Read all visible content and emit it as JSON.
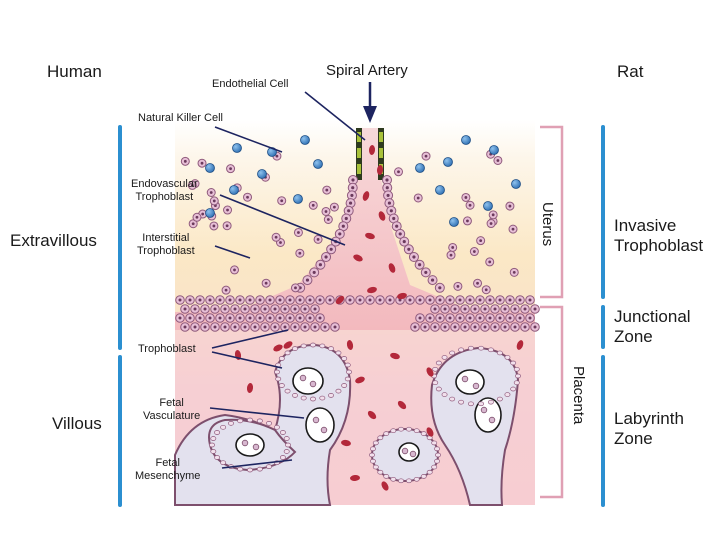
{
  "labels": {
    "human": "Human",
    "rat": "Rat",
    "spiral_artery": "Spiral Artery",
    "endothelial_cell": "Endothelial Cell",
    "natural_killer_cell": "Natural Killer Cell",
    "endovascular_trophoblast": "Endovascular\nTrophoblast",
    "interstitial_trophoblast": "Interstitial\nTrophoblast",
    "trophoblast": "Trophoblast",
    "fetal_vasculature": "Fetal\nVasculature",
    "fetal_mesenchyme": "Fetal\nMesenchyme",
    "extravillous": "Extravillous",
    "villous": "Villous",
    "uterus": "Uterus",
    "placenta": "Placenta",
    "invasive_trophoblast": "Invasive\nTrophoblast",
    "junctional_zone": "Junctional\nZone",
    "labyrinth_zone": "Labyrinth\nZone"
  },
  "colors": {
    "bracket_blue": "#2b8fd0",
    "bracket_pink": "#e0a0b4",
    "nk_cell": "#3d7fc4",
    "trophoblast_fill": "#e7bfd6",
    "trophoblast_stroke": "#8f5a7c",
    "rbc": "#b3283a",
    "mesenchyme": "#e2e2ee",
    "maternal_blood": "#f6c7c7",
    "arrow": "#1d2460"
  }
}
